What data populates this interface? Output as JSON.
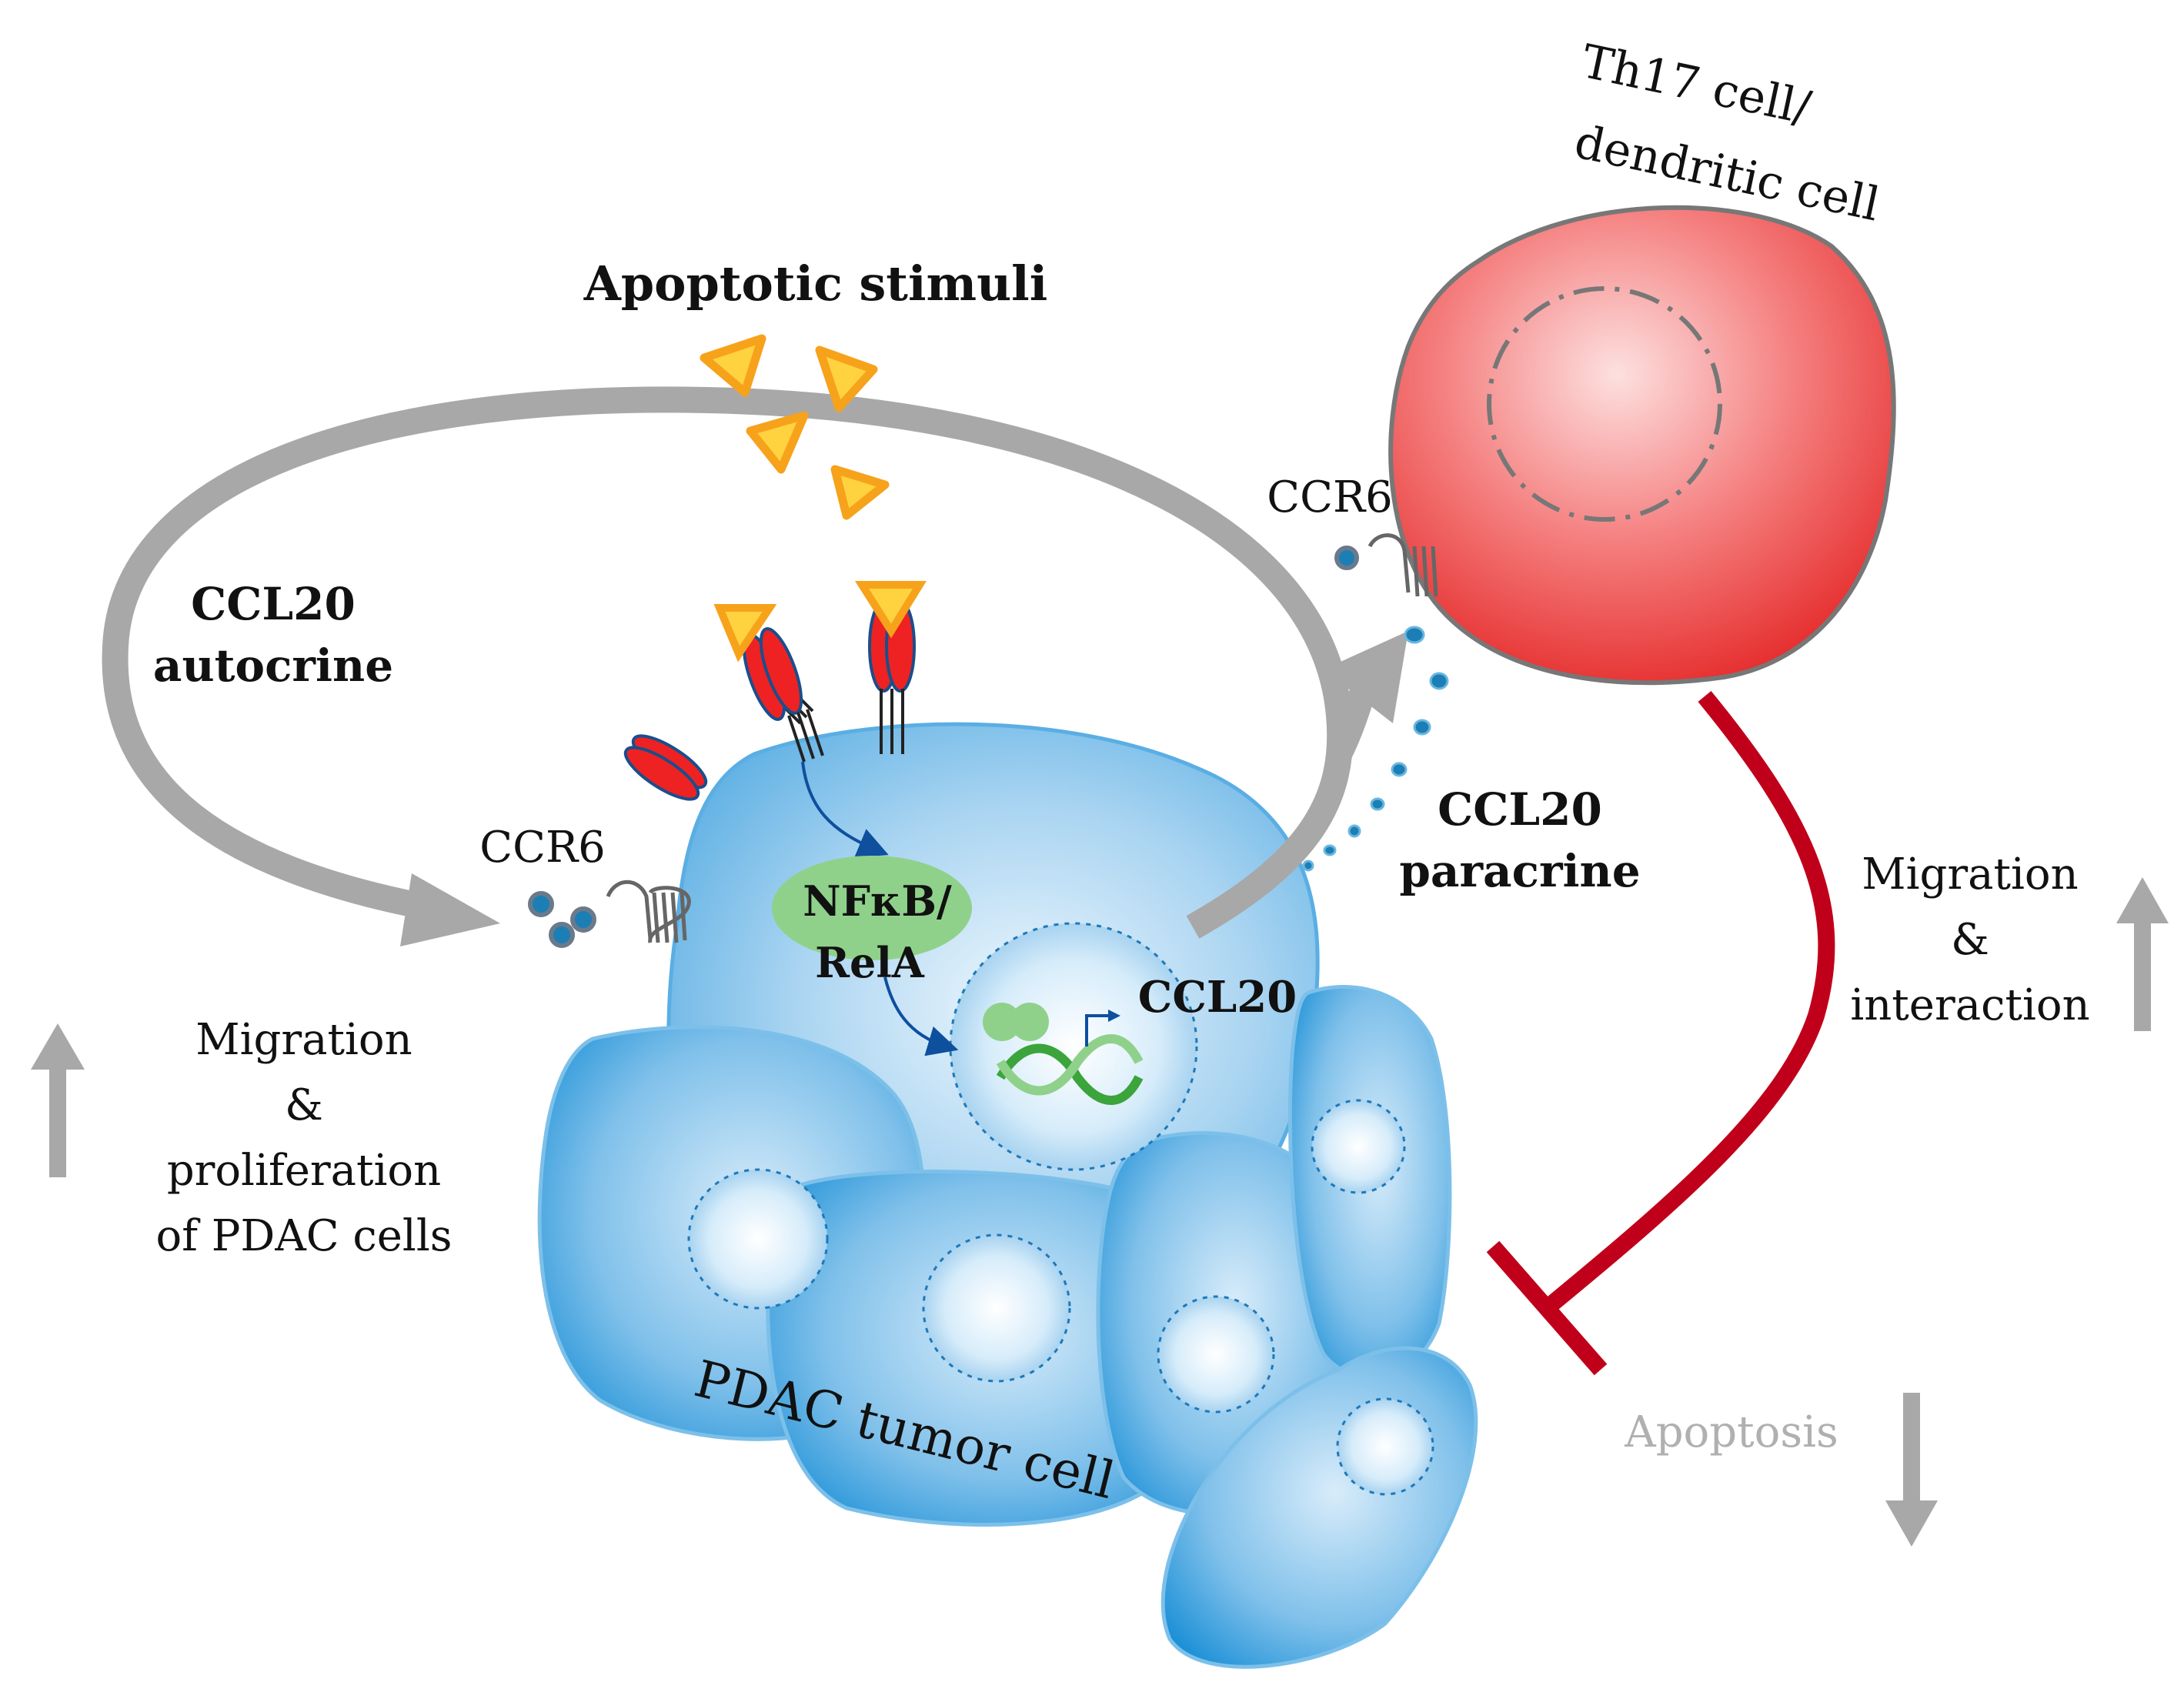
{
  "labels": {
    "apoptotic_stimuli": "Apoptotic stimuli",
    "ccl20_autocrine_line1": "CCL20",
    "ccl20_autocrine_line2": "autocrine",
    "ccr6_left": "CCR6",
    "ccr6_right": "CCR6",
    "th17_line1": "Th17 cell/",
    "th17_line2": "dendritic cell",
    "nfkb_line1": "NFκB/",
    "nfkb_line2": "RelA",
    "ccl20_gene": "CCL20",
    "ccl20_paracrine_line1": "CCL20",
    "ccl20_paracrine_line2": "paracrine",
    "left_effect_line1": "Migration",
    "left_effect_line2": "&",
    "left_effect_line3": "proliferation",
    "left_effect_line4": "of PDAC cells",
    "right_effect_line1": "Migration",
    "right_effect_line2": "&",
    "right_effect_line3": "interaction",
    "apoptosis": "Apoptosis",
    "tumor_cell": "PDAC tumor cell"
  },
  "colors": {
    "tumor_blue": "#4aa3df",
    "tumor_dark": "#1a8fd6",
    "immune_red": "#ee3b3b",
    "inhibit_red": "#c0001a",
    "arrow_gray": "#a8a8a8",
    "nfkb_green": "#8fd18a",
    "stimulus_orange": "#f7a21b",
    "stimulus_fill": "#ffd23f",
    "ccl20_dot": "#1b7fb5"
  }
}
